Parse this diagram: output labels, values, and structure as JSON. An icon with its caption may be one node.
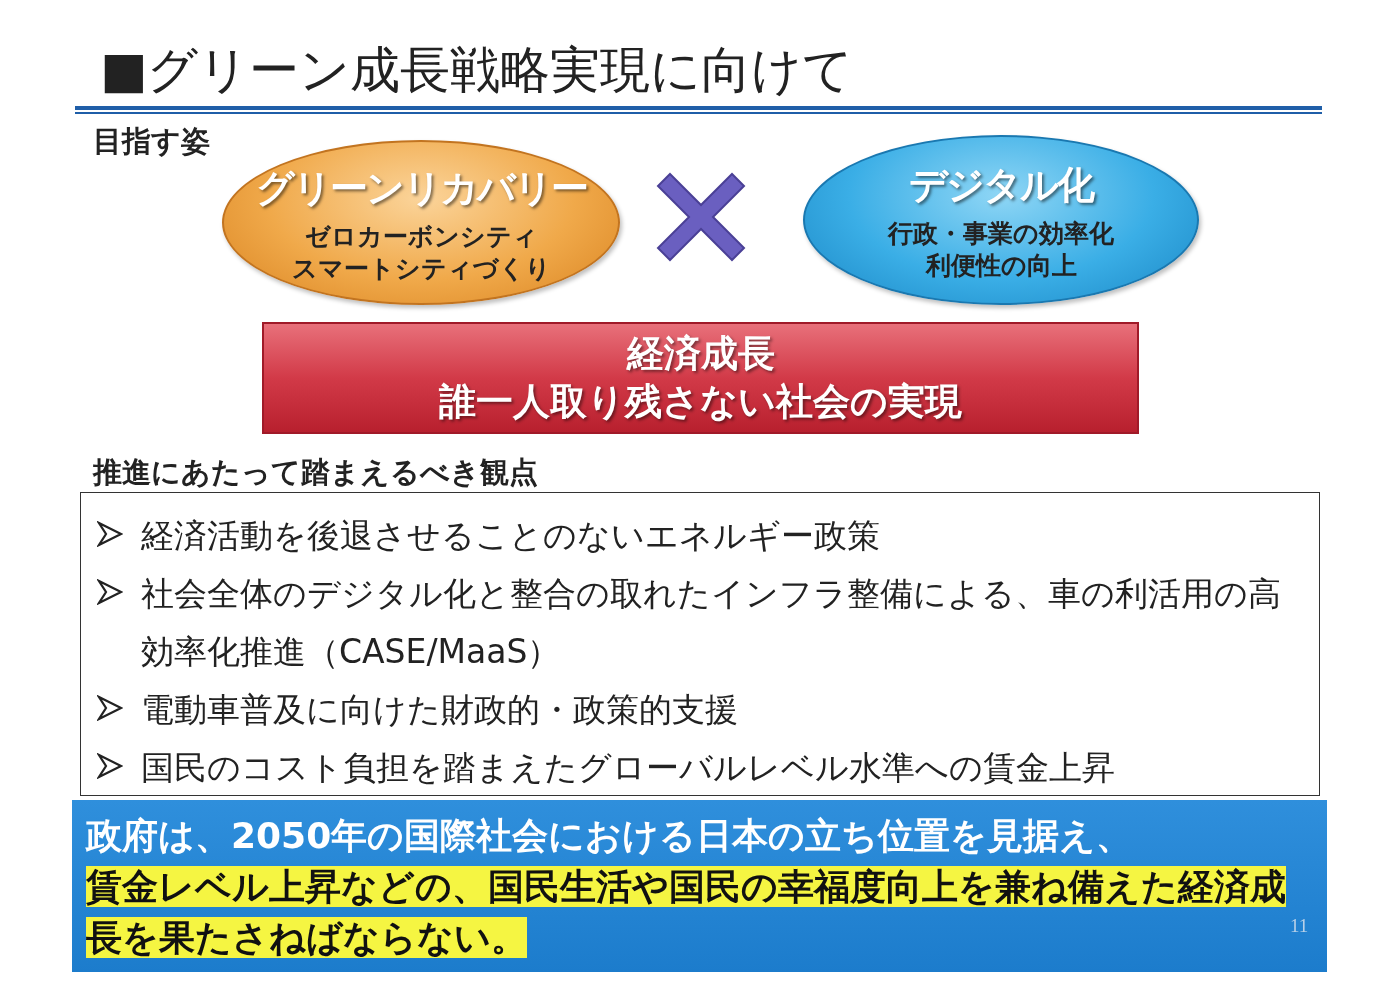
{
  "diagram": {
    "title": "■グリーン成長戦略実現に向けて",
    "nodes": [
      {
        "text": [
          "グリーンリカバリー",
          "ゼロカーボンシティ",
          "スマートシティづくり"
        ]
      },
      {
        "text": [
          "デジタル化",
          "行政・事業の効率化",
          "利便性の向上"
        ]
      },
      {
        "text": [
          "経済成長",
          "誰一人取り残さない社会の実現"
        ]
      },
      {
        "text": [
          "推進にあたって踏まえるべき観点",
          "経済活動を後退させることのないエネルギー政策",
          "社会全体のデジタル化と整合の取れたインフラ整備による、車の利活用の高効率化推進（CASE/MaaS）",
          "電動車普及に向けた財政的・政策的支援",
          "国民のコスト負担を踏まえたグローバルレベル水準への賃金上昇"
        ]
      },
      {
        "text": [
          "政府は、2050年の国際社会における日本の立ち位置を見据え、",
          "賃金レベル上昇などの、国民生活や国民の幸福度向上を兼ね備えた経済成長を果たさねばならない。"
        ]
      }
    ],
    "labels": [
      "目指す姿",
      "11"
    ]
  }
}
